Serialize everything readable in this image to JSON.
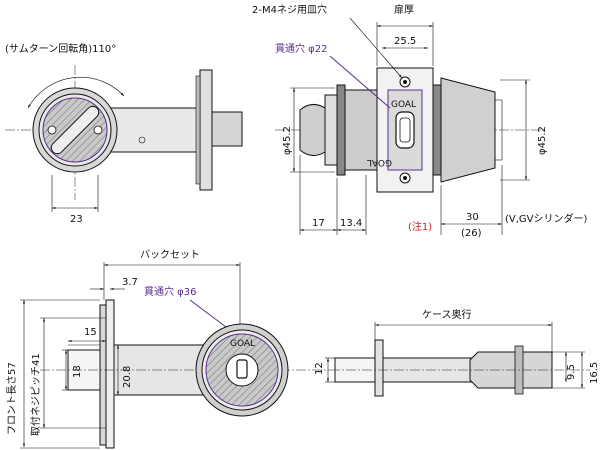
{
  "diagram": {
    "front_view": {
      "thumb_turn_angle_label": "(サムターン回転角)110°",
      "dim_23": "23"
    },
    "side_view": {
      "screw_label": "2-M4ネジ用皿穴",
      "door_thickness_label": "扉厚",
      "dim_25_5": "25.5",
      "through_hole_label": "貫通穴 φ22",
      "dia_left": "φ45.2",
      "dia_right": "φ45.2",
      "dim_17": "17",
      "dim_13_4": "13.4",
      "note_label": "(注1)",
      "dim_30": "30",
      "dim_26": "(26)",
      "cylinder_label": "(V,GVシリンダー)",
      "brand_top": "GOAL",
      "brand_bottom": "GOAL"
    },
    "bottom_left_view": {
      "backset_label": "バックセット",
      "dim_3_7": "3.7",
      "through_hole_label": "貫通穴 φ36",
      "dim_15": "15",
      "dim_18": "18",
      "dim_20_8": "20.8",
      "front_length_label": "フロント長さ57",
      "screw_pitch_label": "取付ネジピッチ41",
      "brand": "GOAL"
    },
    "case_view": {
      "case_depth_label": "ケース奥行",
      "dim_12": "12",
      "dim_9_5": "9.5",
      "dim_16_5": "16.5"
    }
  }
}
